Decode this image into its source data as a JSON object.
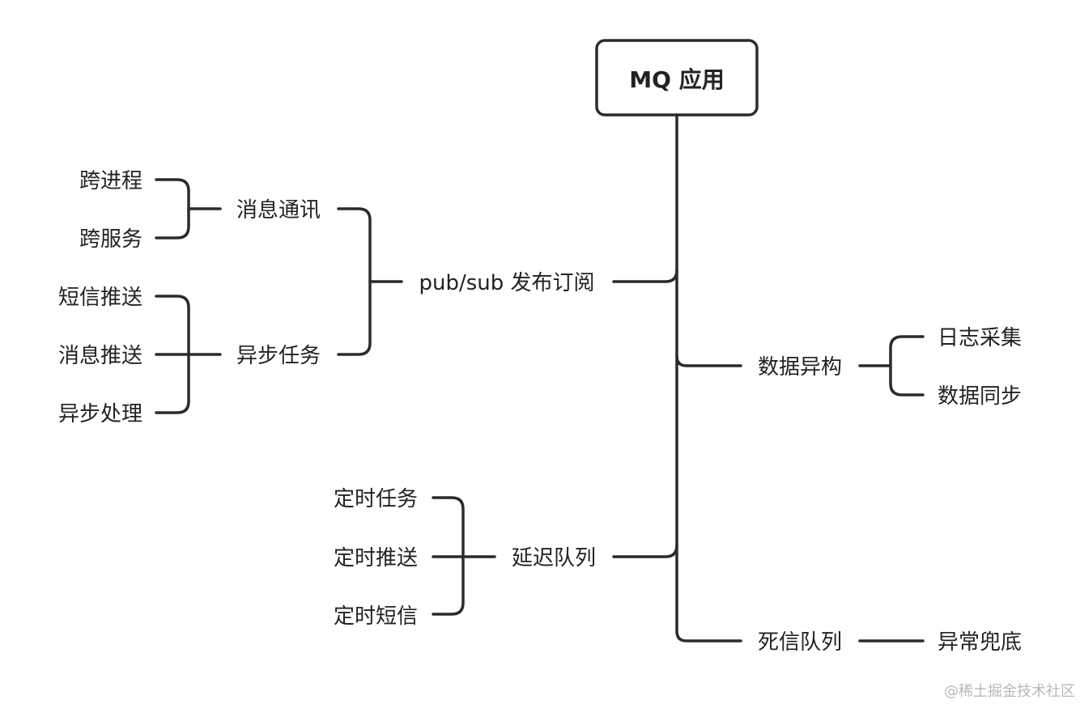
{
  "root": "MQ 应用",
  "branches": {
    "pubsub": {
      "label": "pub/sub 发布订阅",
      "messaging": {
        "label": "消息通讯",
        "children": [
          "跨进程",
          "跨服务"
        ]
      },
      "async_task": {
        "label": "异步任务",
        "children": [
          "短信推送",
          "消息推送",
          "异步处理"
        ]
      }
    },
    "heterogeneous": {
      "label": "数据异构",
      "children": [
        "日志采集",
        "数据同步"
      ]
    },
    "delay_queue": {
      "label": "延迟队列",
      "children": [
        "定时任务",
        "定时推送",
        "定时短信"
      ]
    },
    "dead_letter": {
      "label": "死信队列",
      "children": [
        "异常兜底"
      ]
    }
  },
  "watermark": "@稀土掘金技术社区"
}
